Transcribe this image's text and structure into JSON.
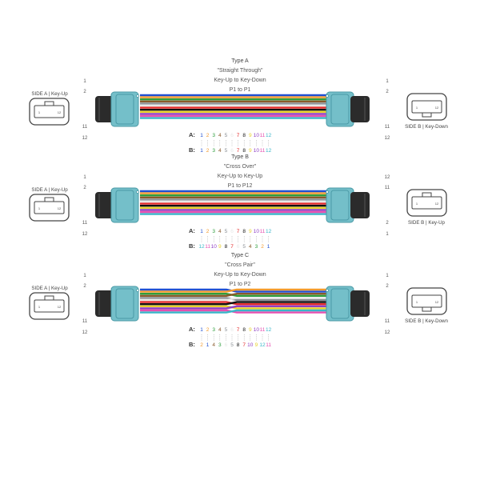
{
  "fiber_colors": [
    "#1f4fd1",
    "#f29a2e",
    "#2e9e3c",
    "#8a5a2b",
    "#8a8f94",
    "#e8e8e8",
    "#e32a2a",
    "#111111",
    "#e8d12a",
    "#8e3fc4",
    "#e64fb0",
    "#39b6c8"
  ],
  "connector_color": "#74bfc9",
  "boot_color": "#2b2b2b",
  "panels": [
    {
      "id": "type-a",
      "title": "Type A",
      "subtitle": "\"Straight Through\"",
      "keying": "Key-Up to Key-Down",
      "polarity": "P1 to P1",
      "side_a_label": "SIDE A | Key-Up",
      "side_b_label": "SIDE B | Key-Down",
      "left_pins": [
        "1",
        "2",
        "11",
        "12"
      ],
      "right_pins": [
        "1",
        "2",
        "11",
        "12"
      ],
      "row_a_label": "A:",
      "row_b_label": "B:",
      "row_a": [
        1,
        2,
        3,
        4,
        5,
        6,
        7,
        8,
        9,
        10,
        11,
        12
      ],
      "row_b": [
        1,
        2,
        3,
        4,
        5,
        6,
        7,
        8,
        9,
        10,
        11,
        12
      ],
      "crossover": false
    },
    {
      "id": "type-b",
      "title": "Type B",
      "subtitle": "\"Cross Over\"",
      "keying": "Key-Up to Key-Up",
      "polarity": "P1 to P12",
      "side_a_label": "SIDE A | Key-Up",
      "side_b_label": "SIDE B | Key-Up",
      "left_pins": [
        "1",
        "2",
        "11",
        "12"
      ],
      "right_pins": [
        "12",
        "11",
        "2",
        "1"
      ],
      "row_a_label": "A:",
      "row_b_label": "B:",
      "row_a": [
        1,
        2,
        3,
        4,
        5,
        6,
        7,
        8,
        9,
        10,
        11,
        12
      ],
      "row_b": [
        12,
        11,
        10,
        9,
        8,
        7,
        6,
        5,
        4,
        3,
        2,
        1
      ],
      "crossover": false
    },
    {
      "id": "type-c",
      "title": "Type C",
      "subtitle": "\"Cross Pair\"",
      "keying": "Key-Up to Key-Down",
      "polarity": "P1 to P2",
      "side_a_label": "SIDE A | Key-Up",
      "side_b_label": "SIDE B | Key-Down",
      "left_pins": [
        "1",
        "2",
        "11",
        "12"
      ],
      "right_pins": [
        "1",
        "2",
        "11",
        "12"
      ],
      "row_a_label": "A:",
      "row_b_label": "B:",
      "row_a": [
        1,
        2,
        3,
        4,
        5,
        6,
        7,
        8,
        9,
        10,
        11,
        12
      ],
      "row_b": [
        2,
        1,
        4,
        3,
        6,
        5,
        8,
        7,
        10,
        9,
        12,
        11
      ],
      "crossover": true
    }
  ]
}
